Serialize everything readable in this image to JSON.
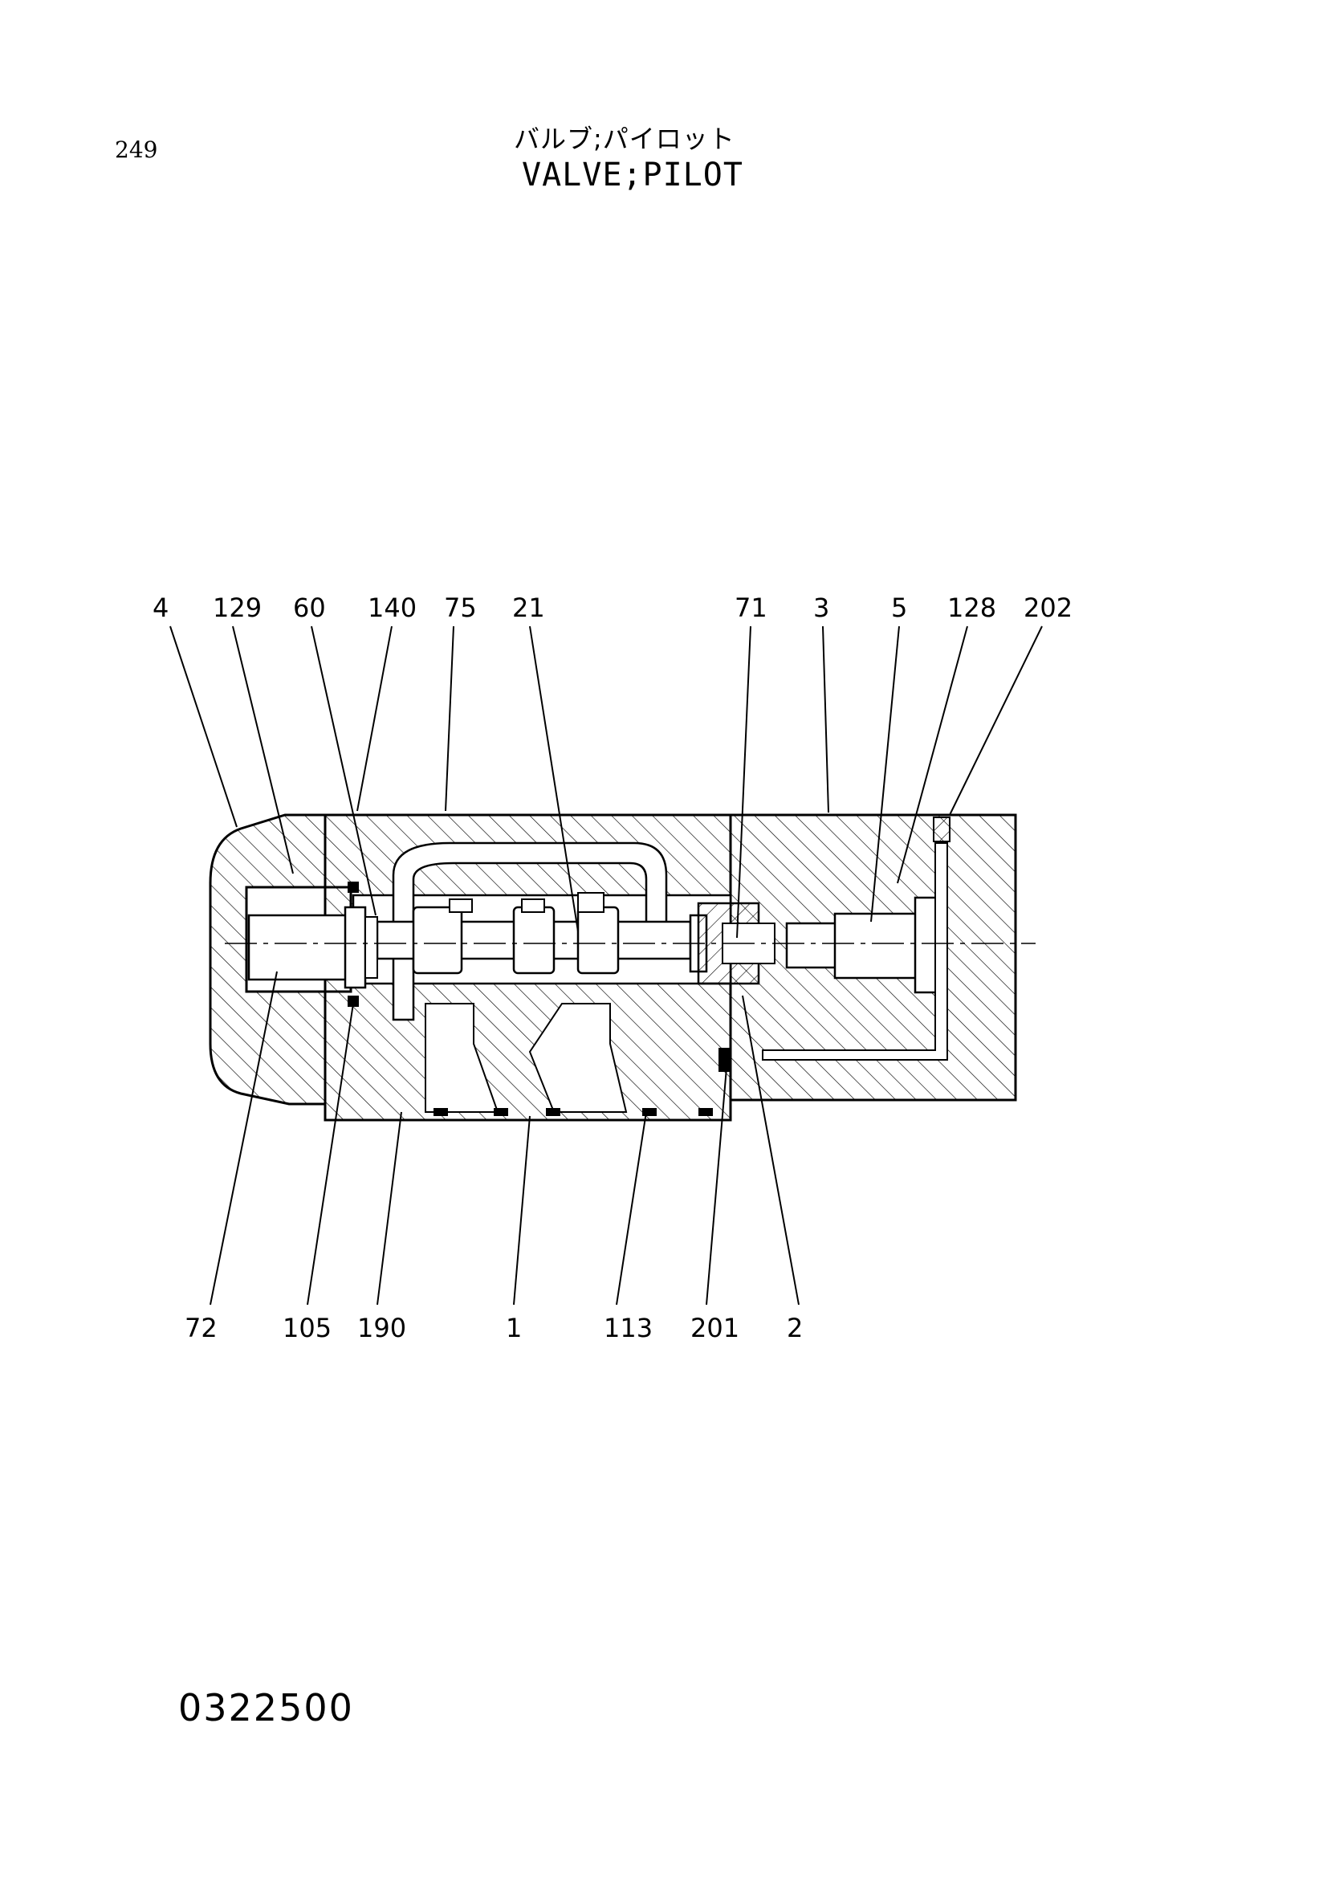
{
  "header": {
    "page_number": "249",
    "title_jp": "バルブ;パイロット",
    "title_en": "VALVE;PILOT"
  },
  "footer": {
    "drawing_number": "0322500"
  },
  "part_labels": {
    "top": [
      "4",
      "129",
      "60",
      "140",
      "75",
      "21",
      "71",
      "3",
      "5",
      "128",
      "202"
    ],
    "bottom": [
      "72",
      "105",
      "190",
      "1",
      "113",
      "201",
      "2"
    ]
  },
  "colors": {
    "ink": "#000000",
    "paper": "#ffffff"
  }
}
